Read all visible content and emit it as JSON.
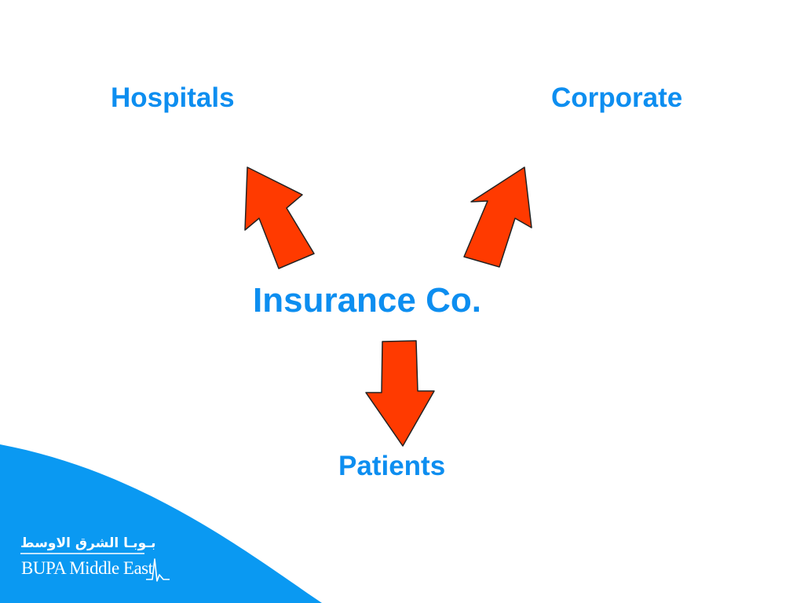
{
  "diagram": {
    "center": "Insurance Co.",
    "targets": {
      "top_left": "Hospitals",
      "top_right": "Corporate",
      "bottom": "Patients"
    }
  },
  "logo": {
    "arabic": "بـوبـا الشرق الاوسط",
    "english": "BUPA Middle East"
  },
  "colors": {
    "text": "#0d8ef0",
    "background_wave": "#0a99f2",
    "arrow_fill": "#ff3a00",
    "arrow_stroke": "#222222"
  }
}
